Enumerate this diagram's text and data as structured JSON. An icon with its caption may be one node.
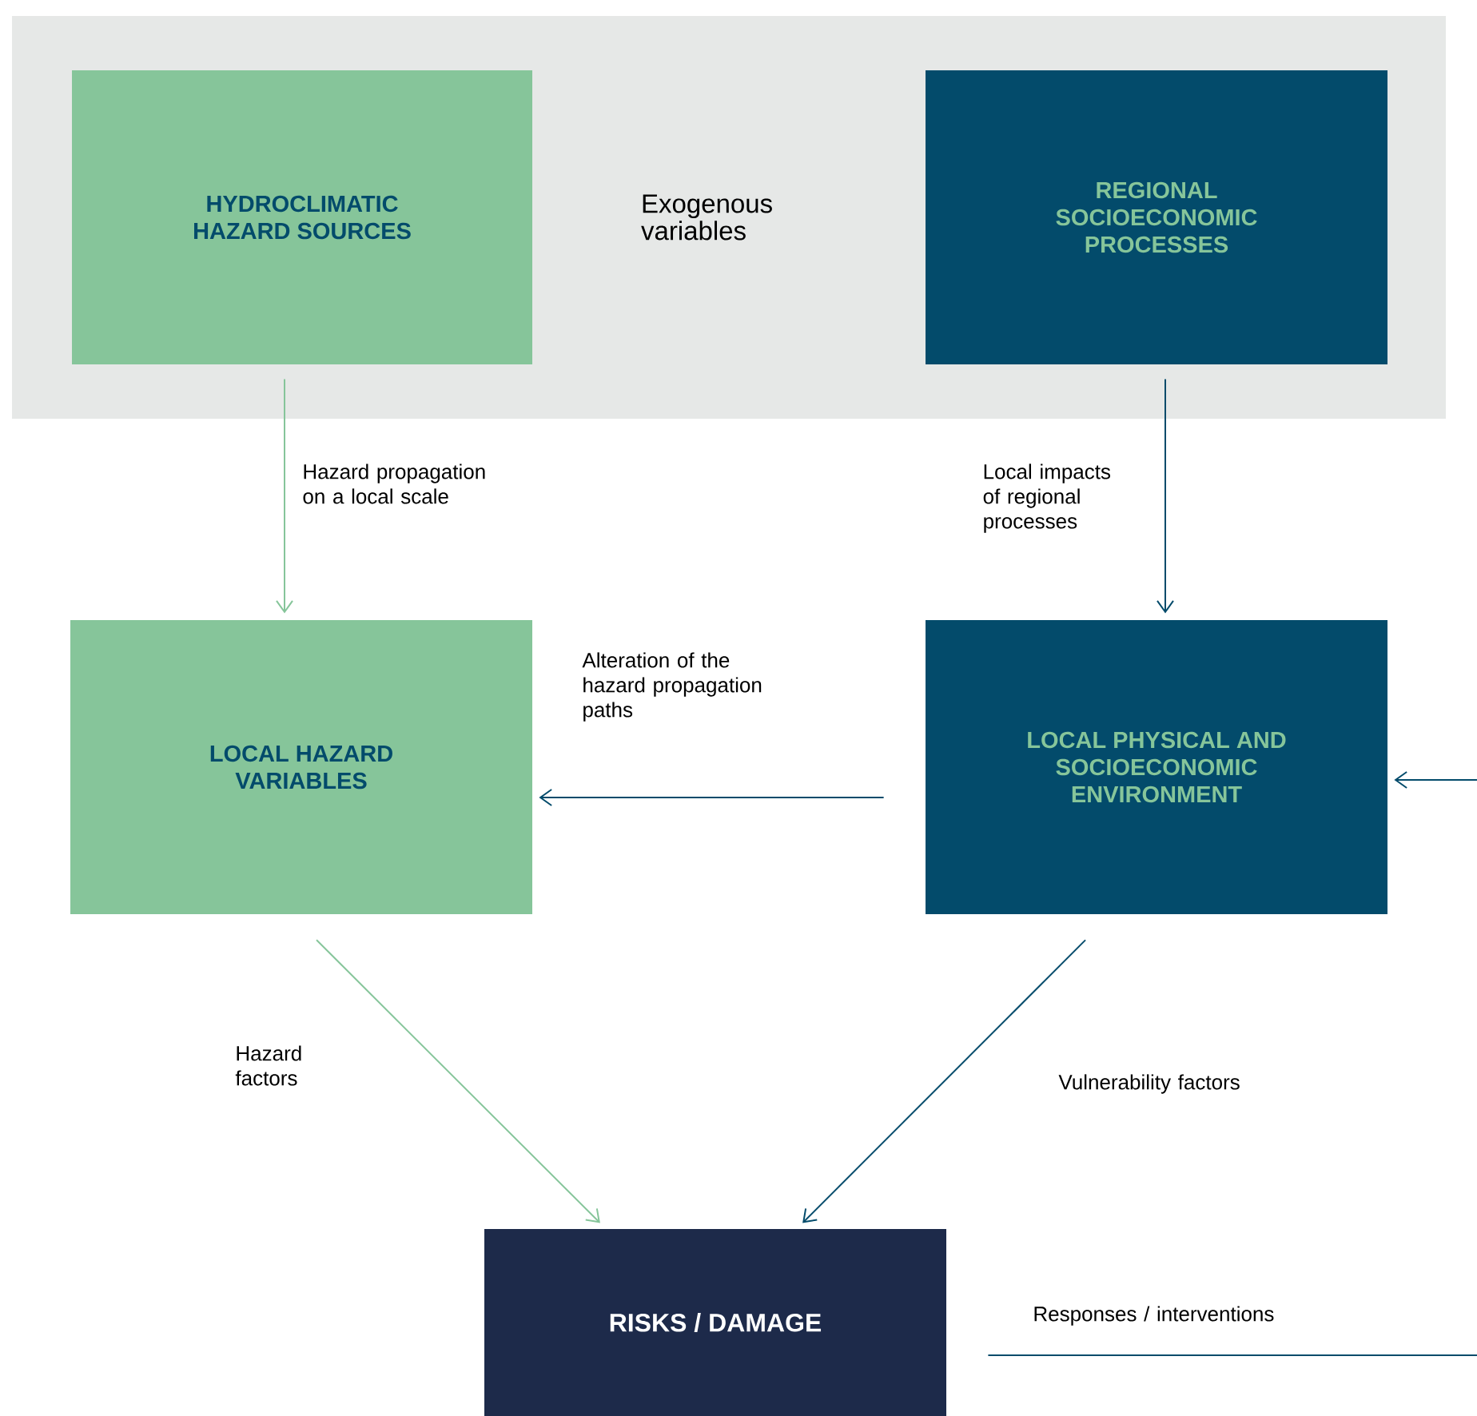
{
  "diagram": {
    "nodes": [
      {
        "text": [
          "Exogenous variables"
        ]
      },
      {
        "text": [
          "HYDROCLIMATIC HAZARD SOURCES"
        ],
        "in": 0
      },
      {
        "text": [
          "REGIONAL SOCIOECONOMIC PROCESSES"
        ],
        "in": 0
      },
      {
        "text": [
          "LOCAL HAZARD VARIABLES"
        ]
      },
      {
        "text": [
          "LOCAL PHYSICAL AND SOCIOECONOMIC ENVIRONMENT"
        ]
      },
      {
        "text": [
          "RISKS / DAMAGE"
        ]
      }
    ],
    "edges": [
      {
        "from": 1,
        "to": 3,
        "arrow": "to",
        "label": "Hazard propagation on a local scale",
        "color": "#86c59a"
      },
      {
        "from": 2,
        "to": 4,
        "arrow": "to",
        "label": "Local impacts of regional processes"
      },
      {
        "from": 4,
        "to": 3,
        "arrow": "to",
        "label": "Alteration of the hazard propagation paths"
      },
      {
        "from": 3,
        "to": 5,
        "arrow": "to",
        "label": "Hazard factors",
        "color": "#86c59a"
      },
      {
        "from": 4,
        "to": 5,
        "arrow": "to",
        "label": "Vulnerability factors"
      },
      {
        "from": 5,
        "to": null,
        "arrow": "none",
        "label": "Responses / interventions"
      },
      {
        "from": null,
        "to": 4,
        "arrow": "to"
      }
    ]
  }
}
